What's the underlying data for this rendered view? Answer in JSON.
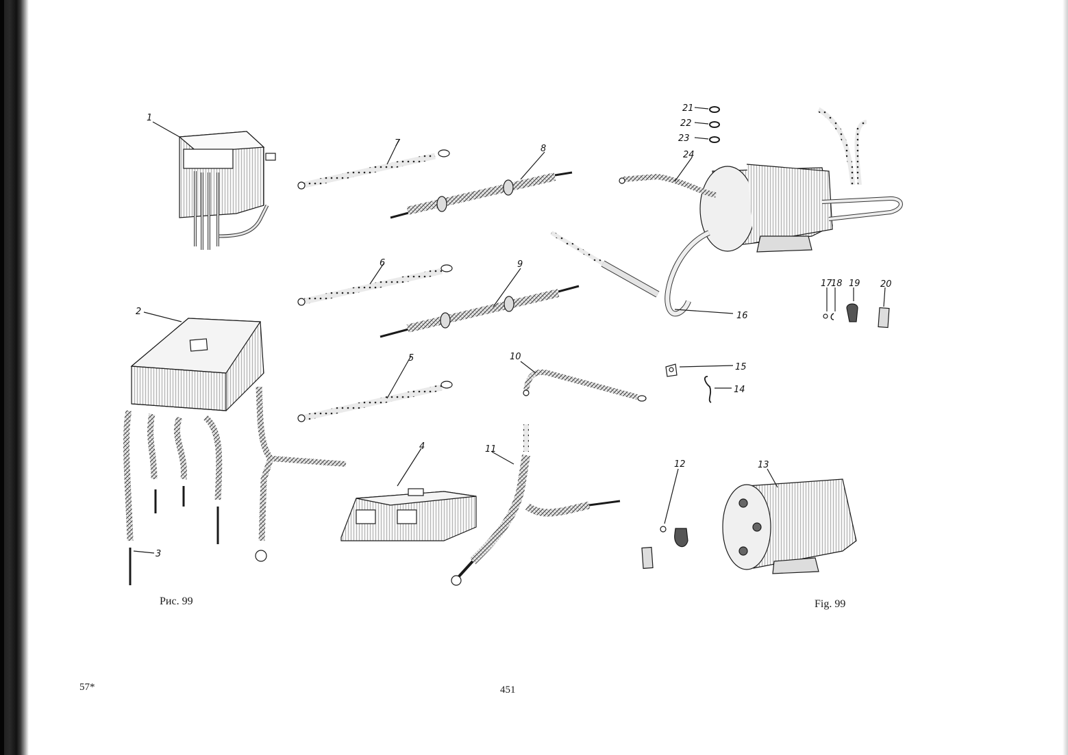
{
  "captions": {
    "left": "Рис. 99",
    "right": "Fig. 99"
  },
  "footer": {
    "signature": "57*",
    "page_number": "451"
  },
  "part_labels": [
    "1",
    "2",
    "3",
    "4",
    "5",
    "6",
    "7",
    "8",
    "9",
    "10",
    "11",
    "12",
    "13",
    "14",
    "15",
    "16",
    "17",
    "18",
    "19",
    "20",
    "21",
    "22",
    "23",
    "24"
  ],
  "colors": {
    "paper": "#ffffff",
    "ink": "#1a1a1a",
    "binding": "#1b1b1b"
  }
}
